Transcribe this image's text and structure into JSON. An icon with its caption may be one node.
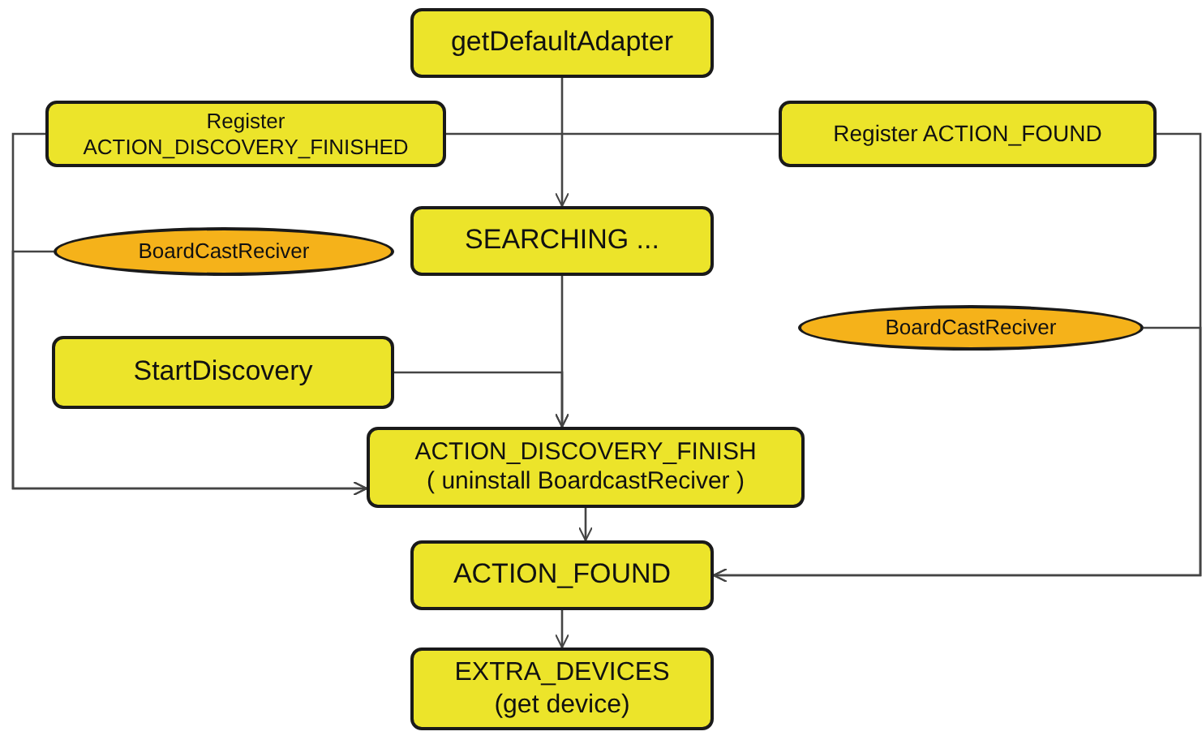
{
  "diagram": {
    "nodes": [
      {
        "text": [
          "getDefaultAdapter"
        ]
      },
      {
        "text": [
          "Register ACTION_DISCOVERY_FINISHED"
        ]
      },
      {
        "text": [
          "Register ACTION_FOUND"
        ]
      },
      {
        "text": [
          "SEARCHING ..."
        ]
      },
      {
        "text": [
          "BoardCastReciver"
        ]
      },
      {
        "text": [
          "BoardCastReciver"
        ]
      },
      {
        "text": [
          "StartDiscovery"
        ]
      },
      {
        "text": [
          "ACTION_DISCOVERY_FINISH",
          "( uninstall BoardcastReciver )"
        ]
      },
      {
        "text": [
          "ACTION_FOUND"
        ]
      },
      {
        "text": [
          "EXTRA_DEVICES (get device)"
        ]
      }
    ],
    "edges": [
      {
        "from": 0,
        "to": 3,
        "arrow": "to"
      },
      {
        "from": 1,
        "to": 2,
        "arrow": "none"
      },
      {
        "from": 3,
        "to": 7,
        "arrow": "to"
      },
      {
        "from": 6,
        "to": 7,
        "arrow": "to"
      },
      {
        "from": 1,
        "to": 7,
        "arrow": "to"
      },
      {
        "from": 4,
        "to": 7,
        "arrow": "to"
      },
      {
        "from": 2,
        "to": 8,
        "arrow": "to"
      },
      {
        "from": 5,
        "to": 8,
        "arrow": "to"
      },
      {
        "from": 7,
        "to": 8,
        "arrow": "to"
      },
      {
        "from": 8,
        "to": 9,
        "arrow": "to"
      }
    ]
  }
}
